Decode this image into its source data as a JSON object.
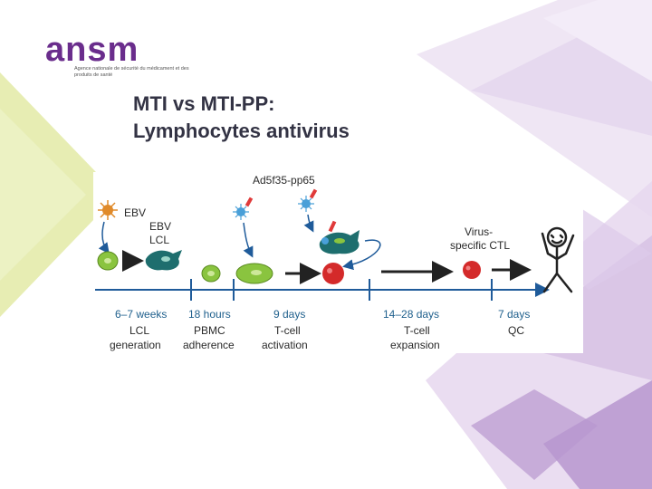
{
  "brand": {
    "logo_text": "ansm",
    "logo_subtext": "Agence nationale de sécurité du médicament et des produits de santé",
    "primary_color": "#6a2d8c",
    "accent_green": "#c8d86a",
    "accent_lilac": "#cbb5da"
  },
  "slide": {
    "title_line1": "MTI vs MTI-PP:",
    "title_line2": "Lymphocytes antivirus"
  },
  "diagram": {
    "labels": {
      "adenovirus": "Ad5f35-pp65",
      "ebv": "EBV",
      "ebv_lcl_1": "EBV",
      "ebv_lcl_2": "LCL",
      "virus_ctl_1": "Virus-",
      "virus_ctl_2": "specific CTL"
    },
    "timeline": [
      {
        "duration": "6–7 weeks",
        "step1": "LCL",
        "step2": "generation"
      },
      {
        "duration": "18 hours",
        "step1": "PBMC",
        "step2": "adherence"
      },
      {
        "duration": "9 days",
        "step1": "T-cell",
        "step2": "activation"
      },
      {
        "duration": "14–28 days",
        "step1": "T-cell",
        "step2": "expansion"
      },
      {
        "duration": "7 days",
        "step1": "QC",
        "step2": ""
      }
    ],
    "colors": {
      "axis_blue": "#1f5b9a",
      "green_cell": "#8ac43f",
      "teal_cell": "#1e6e6e",
      "red_cell": "#d42a2a",
      "virus_blue": "#4aa0d8",
      "virus_red": "#e03a3a",
      "ebv_orange": "#e08a2a"
    }
  }
}
